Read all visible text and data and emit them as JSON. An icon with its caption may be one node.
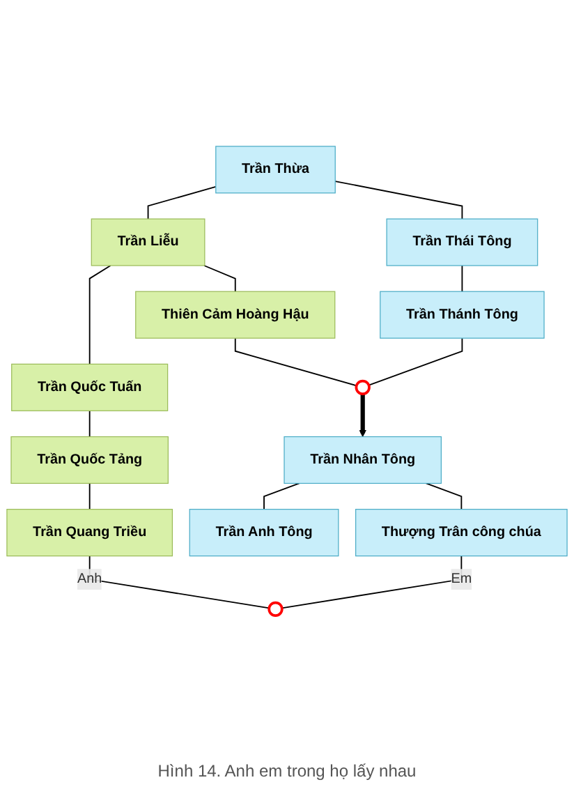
{
  "diagram": {
    "caption": "Hình 14. Anh em trong họ lấy nhau",
    "nodes": [
      {
        "text": [
          "Trần Thừa"
        ]
      },
      {
        "text": [
          "Trần Liễu"
        ]
      },
      {
        "text": [
          "Trần Thái Tông"
        ]
      },
      {
        "text": [
          "Trần Quốc Tuấn"
        ]
      },
      {
        "text": [
          "Thiên Cảm Hoàng Hậu"
        ]
      },
      {
        "text": [
          "Trần Thánh Tông"
        ]
      },
      {
        "text": [
          "Trần Nhân Tông"
        ]
      },
      {
        "text": [
          "Trần Quốc Tảng"
        ]
      },
      {
        "text": [
          "Trần Quang Triều"
        ]
      },
      {
        "text": [
          "Trần Anh Tông"
        ]
      },
      {
        "text": [
          "Thượng Trân công chúa"
        ]
      },
      {
        "text": [],
        "shape": "circle"
      },
      {
        "text": [],
        "shape": "circle"
      }
    ],
    "edges": [
      {
        "from": 0,
        "to": 1,
        "arrow": "none"
      },
      {
        "from": 0,
        "to": 2,
        "arrow": "none"
      },
      {
        "from": 1,
        "to": 3,
        "arrow": "none"
      },
      {
        "from": 1,
        "to": 4,
        "arrow": "none"
      },
      {
        "from": 2,
        "to": 5,
        "arrow": "none"
      },
      {
        "from": 4,
        "to": 11,
        "arrow": "none"
      },
      {
        "from": 5,
        "to": 11,
        "arrow": "none"
      },
      {
        "from": 11,
        "to": 6,
        "arrow": "to",
        "style": "thick"
      },
      {
        "from": 3,
        "to": 7,
        "arrow": "none"
      },
      {
        "from": 7,
        "to": 8,
        "arrow": "none"
      },
      {
        "from": 6,
        "to": 9,
        "arrow": "none"
      },
      {
        "from": 6,
        "to": 10,
        "arrow": "none"
      },
      {
        "from": 8,
        "to": 12,
        "arrow": "none",
        "label": "Anh"
      },
      {
        "from": 10,
        "to": 12,
        "arrow": "none",
        "label": "Em"
      }
    ]
  }
}
